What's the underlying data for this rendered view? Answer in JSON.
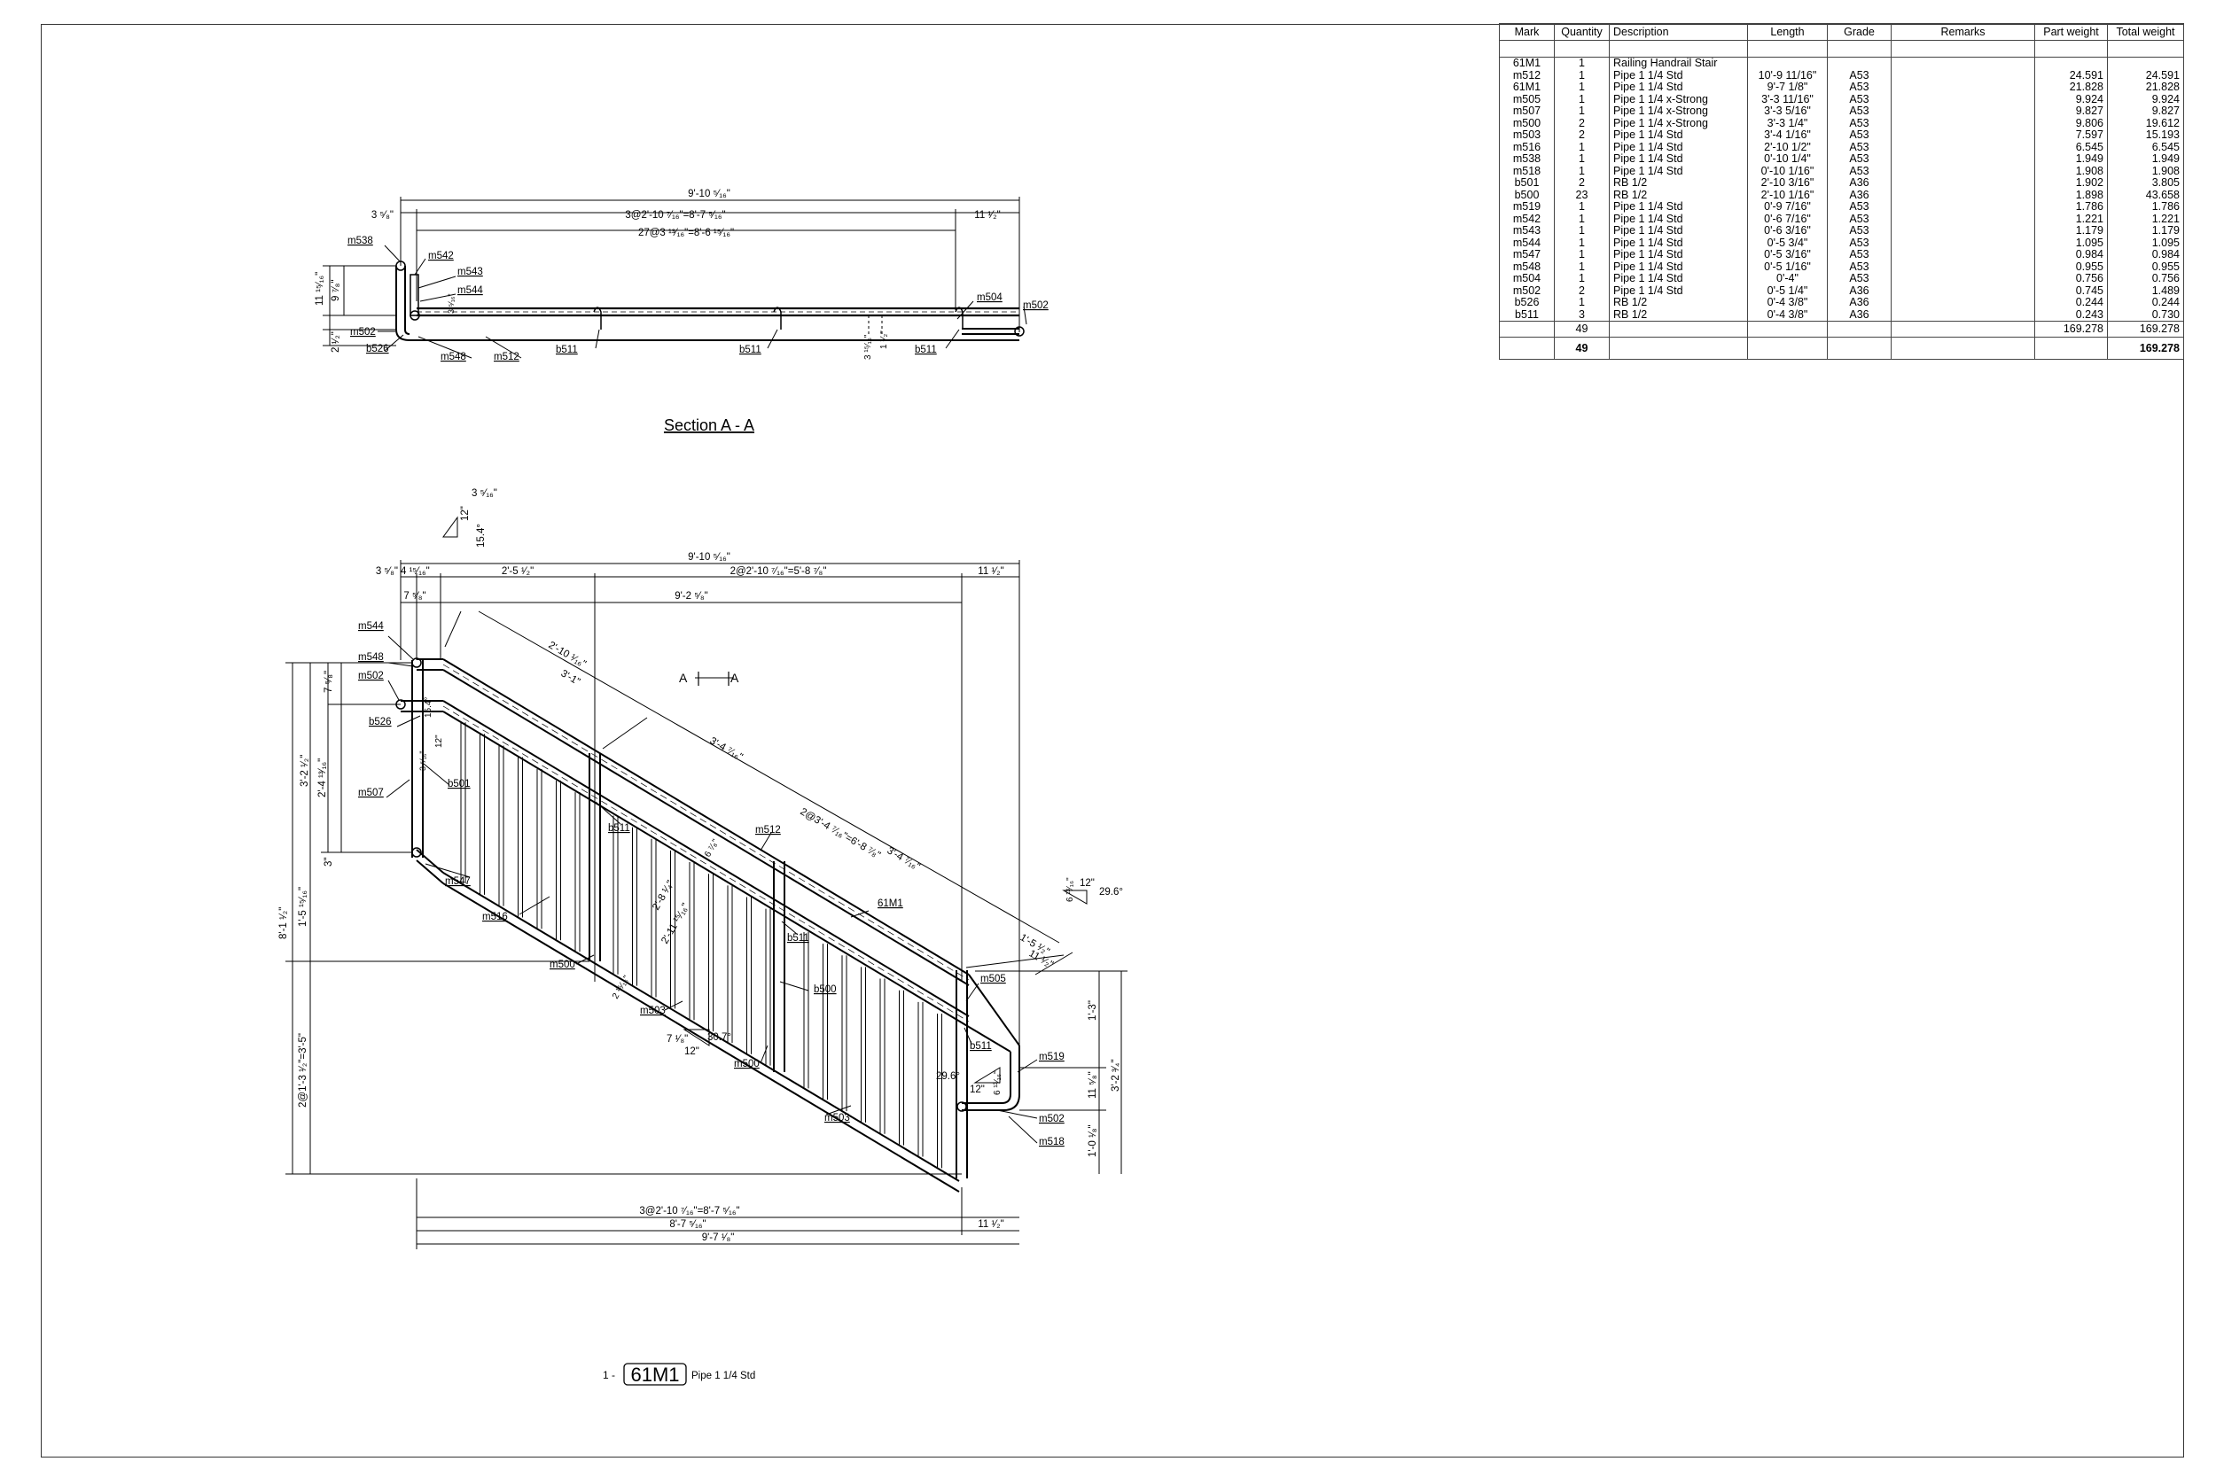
{
  "bom": {
    "headers": [
      "Mark",
      "Quantity",
      "Description",
      "Length",
      "Grade",
      "Remarks",
      "Part weight",
      "Total weight"
    ],
    "main": {
      "mark": "61M1",
      "qty": "1",
      "desc": "Railing Handrail Stair"
    },
    "rows": [
      [
        "m512",
        "1",
        "Pipe 1 1/4 Std",
        "10'-9 11/16\"",
        "A53",
        "",
        "24.591",
        "24.591"
      ],
      [
        "61M1",
        "1",
        "Pipe 1 1/4 Std",
        "9'-7 1/8\"",
        "A53",
        "",
        "21.828",
        "21.828"
      ],
      [
        "m505",
        "1",
        "Pipe 1 1/4 x-Strong",
        "3'-3 11/16\"",
        "A53",
        "",
        "9.924",
        "9.924"
      ],
      [
        "m507",
        "1",
        "Pipe 1 1/4 x-Strong",
        "3'-3 5/16\"",
        "A53",
        "",
        "9.827",
        "9.827"
      ],
      [
        "m500",
        "2",
        "Pipe 1 1/4 x-Strong",
        "3'-3 1/4\"",
        "A53",
        "",
        "9.806",
        "19.612"
      ],
      [
        "m503",
        "2",
        "Pipe 1 1/4 Std",
        "3'-4 1/16\"",
        "A53",
        "",
        "7.597",
        "15.193"
      ],
      [
        "m516",
        "1",
        "Pipe 1 1/4 Std",
        "2'-10 1/2\"",
        "A53",
        "",
        "6.545",
        "6.545"
      ],
      [
        "m538",
        "1",
        "Pipe 1 1/4 Std",
        "0'-10 1/4\"",
        "A53",
        "",
        "1.949",
        "1.949"
      ],
      [
        "m518",
        "1",
        "Pipe 1 1/4 Std",
        "0'-10 1/16\"",
        "A53",
        "",
        "1.908",
        "1.908"
      ],
      [
        "b501",
        "2",
        "RB 1/2",
        "2'-10 3/16\"",
        "A36",
        "",
        "1.902",
        "3.805"
      ],
      [
        "b500",
        "23",
        "RB 1/2",
        "2'-10 1/16\"",
        "A36",
        "",
        "1.898",
        "43.658"
      ],
      [
        "m519",
        "1",
        "Pipe 1 1/4 Std",
        "0'-9 7/16\"",
        "A53",
        "",
        "1.786",
        "1.786"
      ],
      [
        "m542",
        "1",
        "Pipe 1 1/4 Std",
        "0'-6 7/16\"",
        "A53",
        "",
        "1.221",
        "1.221"
      ],
      [
        "m543",
        "1",
        "Pipe 1 1/4 Std",
        "0'-6 3/16\"",
        "A53",
        "",
        "1.179",
        "1.179"
      ],
      [
        "m544",
        "1",
        "Pipe 1 1/4 Std",
        "0'-5 3/4\"",
        "A53",
        "",
        "1.095",
        "1.095"
      ],
      [
        "m547",
        "1",
        "Pipe 1 1/4 Std",
        "0'-5 3/16\"",
        "A53",
        "",
        "0.984",
        "0.984"
      ],
      [
        "m548",
        "1",
        "Pipe 1 1/4 Std",
        "0'-5 1/16\"",
        "A53",
        "",
        "0.955",
        "0.955"
      ],
      [
        "m504",
        "1",
        "Pipe 1 1/4 Std",
        "0'-4\"",
        "A53",
        "",
        "0.756",
        "0.756"
      ],
      [
        "m502",
        "2",
        "Pipe 1 1/4 Std",
        "0'-5 1/4\"",
        "A36",
        "",
        "0.745",
        "1.489"
      ],
      [
        "b526",
        "1",
        "RB 1/2",
        "0'-4 3/8\"",
        "A36",
        "",
        "0.244",
        "0.244"
      ],
      [
        "b511",
        "3",
        "RB 1/2",
        "0'-4 3/8\"",
        "A36",
        "",
        "0.243",
        "0.730"
      ]
    ],
    "subtotal": {
      "qty": "49",
      "part": "169.278",
      "total": "169.278"
    },
    "grand": {
      "qty": "49",
      "total": "169.278"
    }
  },
  "section": {
    "title": "Section A - A",
    "dims": {
      "overall": "9'-10 ⁵⁄₁₆\"",
      "left_small": "3 ⁵⁄₈\"",
      "spacing": "3@2'-10 ⁷⁄₁₆\"=8'-7 ⁵⁄₁₆\"",
      "right_ext": "11 ¹⁄₂\"",
      "bar_spacing": "27@3 ¹³⁄₁₆\"=8'-6 ¹⁵⁄₁₆\"",
      "v_total": "11 ¹⁵⁄₁₆\"",
      "v_inner": "9 ⁷⁄₈\"",
      "v_bottom": "2 ¹⁄₂\"",
      "v_small": "3 ¹⁵⁄₁₆\"",
      "v_small2": "1 ¹⁄₂\"",
      "v_mid": "3 ⁵⁄₁₆\""
    },
    "marks": [
      "m538",
      "m542",
      "m543",
      "m544",
      "m502",
      "b526",
      "m548",
      "m512",
      "b511",
      "b511",
      "b511",
      "m504",
      "m502"
    ]
  },
  "elevation": {
    "dims_top": {
      "overall": "9'-10 ⁵⁄₁₆\"",
      "a": "3 ⁵⁄₈\"",
      "b": "4 ¹⁵⁄₁₆\"",
      "c": "2'-5 ¹⁄₂\"",
      "d": "2@2'-10 ⁷⁄₁₆\"=5'-8 ⁷⁄₈\"",
      "e": "11 ¹⁄₂\"",
      "f": "7 ⁵⁄₈\"",
      "g": "9'-2 ⁵⁄₈\""
    },
    "slope_dims": {
      "s1": "2'-10 ¹⁄₁₆\"",
      "s2": "3'-1\"",
      "s3": "3'-4 ⁷⁄₁₆\"",
      "s4": "2@3'-4 ⁷⁄₁₆\"=6'-8 ⁷⁄₈\"",
      "s5": "3'-4 ⁷⁄₁₆\"",
      "s6": "1'-5 ¹⁄₂\"",
      "s7": "11 ¹⁄₂\"",
      "s8": "2'-8 ¹⁄₄\"",
      "s9": "2'-11 ¹⁵⁄₁₆\"",
      "s10": "6 ⁷⁄₈\"",
      "s11": "2 ¹⁵⁄₁₆\""
    },
    "left_dims": {
      "total": "8'-1 ¹⁄₂\"",
      "upper": "1'-5 ¹⁵⁄₁₆\"",
      "lower": "2@1'-3 ¹⁄₂\"=3'-5\"",
      "h1": "3'-2 ¹⁄₂\"",
      "h2": "2'-4 ¹³⁄₁₆\"",
      "h3": "7 ⁵⁄₈\"",
      "h4": "3\""
    },
    "right_dims": {
      "r1": "1'-3\"",
      "r2": "3'-2 ³⁄₄\"",
      "r3": "11 ⁵⁄₈\"",
      "r4": "1'-0 ¹⁄₈\""
    },
    "dims_bottom": {
      "spacing": "3@2'-10 ⁷⁄₁₆\"=8'-7 ⁵⁄₁₆\"",
      "right": "11 ¹⁄₂\"",
      "mid": "8'-7 ⁵⁄₁₆\"",
      "overall": "9'-7 ¹⁄₈\""
    },
    "slope_top": {
      "run": "12\"",
      "rise": "3 ⁵⁄₁₆\"",
      "angle": "15.4°"
    },
    "slope_left": {
      "run": "12\"",
      "rise": "3 ⁵⁄₁₆\"",
      "angle": "15.4°"
    },
    "slope_right": {
      "run": "12\"",
      "rise": "6 ¹³⁄₁₆\"",
      "angle": "29.6°"
    },
    "slope_lower": {
      "run": "12\"",
      "rise": "7 ¹⁄₈\"",
      "angle": "30.7°"
    },
    "slope_end": {
      "run": "12\"",
      "rise": "6 ¹³⁄₁₆\"",
      "angle": "29.6°"
    },
    "section_marker": {
      "a": "A",
      "b": "A"
    },
    "marks": {
      "m544": "m544",
      "m548": "m548",
      "m502a": "m502",
      "b526": "b526",
      "m507": "m507",
      "b501": "b501",
      "b511a": "b511",
      "m512": "m512",
      "m547": "m547",
      "m516": "m516",
      "m500a": "m500",
      "m503a": "m503",
      "m500b": "m500",
      "m503b": "m503",
      "b511b": "b511",
      "b500": "b500",
      "m61": "61M1",
      "m505": "m505",
      "b511c": "b511",
      "m519": "m519",
      "m502b": "m502",
      "m518": "m518"
    }
  },
  "title_block": {
    "prefix": "1 -",
    "mark": "61M1",
    "desc": "Pipe 1 1/4 Std"
  }
}
